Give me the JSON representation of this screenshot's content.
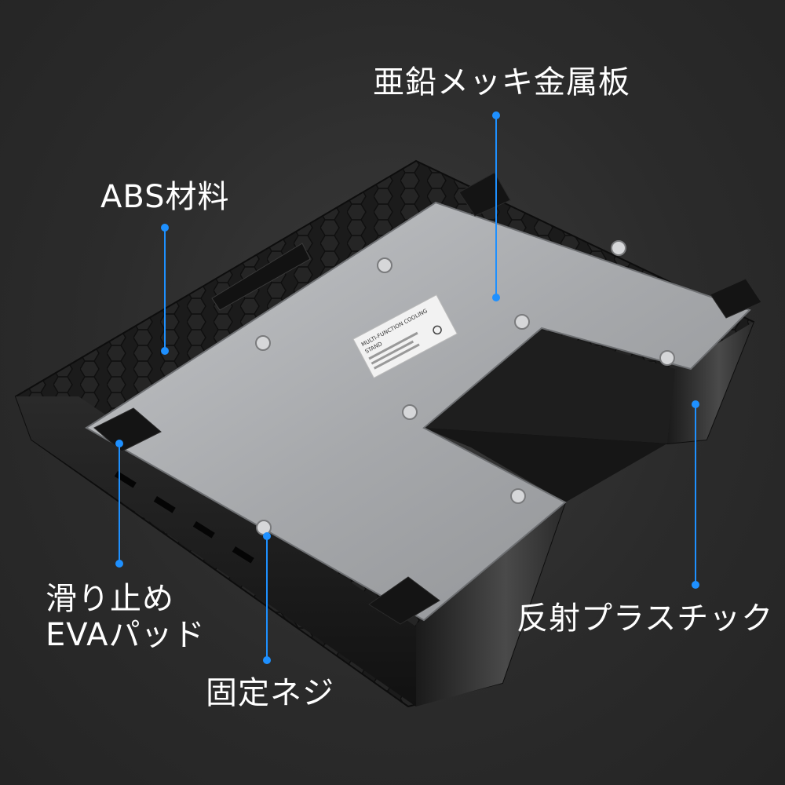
{
  "labels": {
    "zinc_plate": "亜鉛メッキ金属板",
    "abs": "ABS材料",
    "eva_line1": "滑り止め",
    "eva_line2": "EVAパッド",
    "screw": "固定ネジ",
    "reflect": "反射プラスチック"
  },
  "sticker": {
    "line1": "MULTI-FUNCTION COOLING",
    "line2": "STAND"
  },
  "colors": {
    "accent": "#1e90ff",
    "background": "#2a2a2a",
    "plate": "#a9abae",
    "body": "#1c1c1c",
    "text": "#ffffff"
  }
}
